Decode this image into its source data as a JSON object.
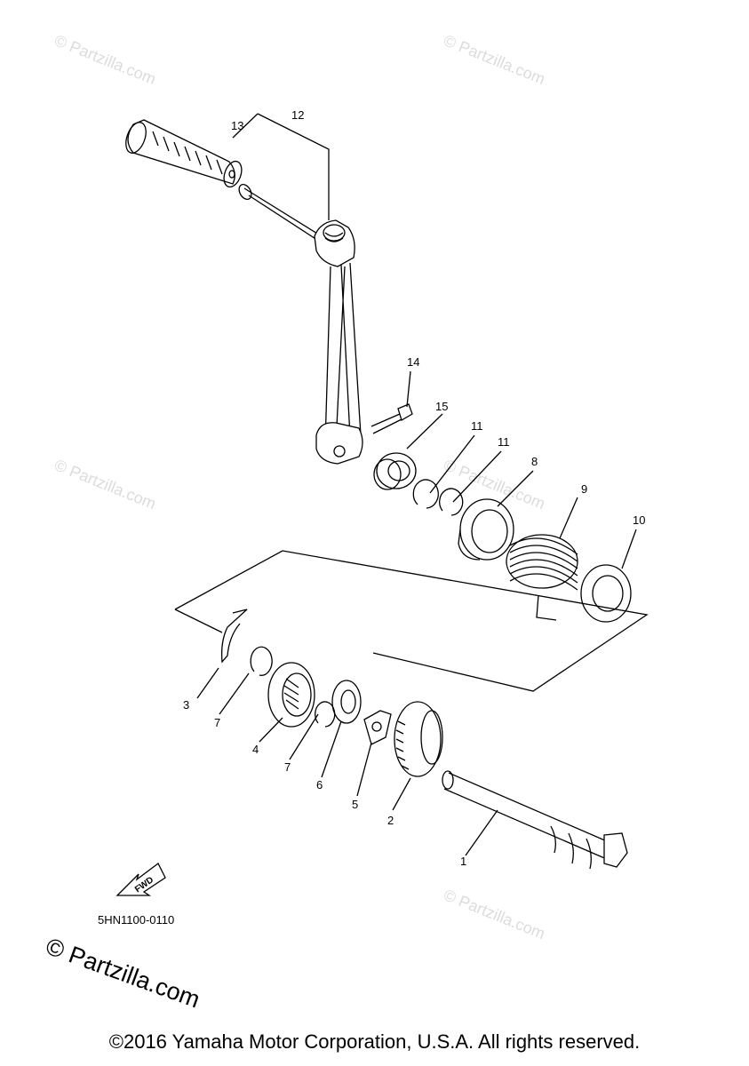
{
  "diagram": {
    "callouts": [
      "1",
      "2",
      "3",
      "4",
      "5",
      "6",
      "7",
      "8",
      "9",
      "10",
      "11",
      "12",
      "13",
      "14",
      "15"
    ],
    "part_code": "5HN1100-0110",
    "fwd_arrow_label": "FWD",
    "watermark": "© Partzilla.com",
    "logo": "© Partzilla.com",
    "copyright": "©2016 Yamaha Motor Corporation, U.S.A. All rights reserved."
  }
}
